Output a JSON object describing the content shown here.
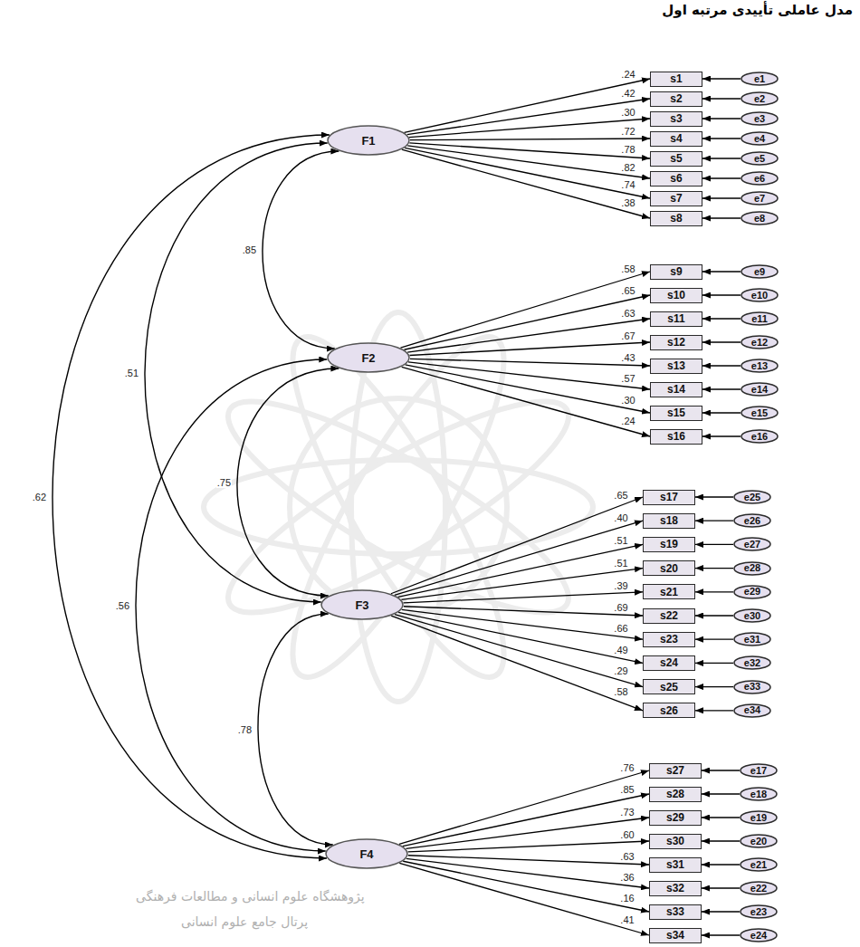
{
  "diagram": {
    "title": "مدل عاملی تأییدی مرتبه اول",
    "nodes": [
      {
        "text": [
          "F1"
        ]
      },
      {
        "text": [
          "F2"
        ]
      },
      {
        "text": [
          "F3"
        ]
      },
      {
        "text": [
          "F4"
        ]
      },
      {
        "text": [
          "s1"
        ]
      },
      {
        "text": [
          "s2"
        ]
      },
      {
        "text": [
          "s3"
        ]
      },
      {
        "text": [
          "s4"
        ]
      },
      {
        "text": [
          "s5"
        ]
      },
      {
        "text": [
          "s6"
        ]
      },
      {
        "text": [
          "s7"
        ]
      },
      {
        "text": [
          "s8"
        ]
      },
      {
        "text": [
          "s9"
        ]
      },
      {
        "text": [
          "s10"
        ]
      },
      {
        "text": [
          "s11"
        ]
      },
      {
        "text": [
          "s12"
        ]
      },
      {
        "text": [
          "s13"
        ]
      },
      {
        "text": [
          "s14"
        ]
      },
      {
        "text": [
          "s15"
        ]
      },
      {
        "text": [
          "s16"
        ]
      },
      {
        "text": [
          "s17"
        ]
      },
      {
        "text": [
          "s18"
        ]
      },
      {
        "text": [
          "s19"
        ]
      },
      {
        "text": [
          "s20"
        ]
      },
      {
        "text": [
          "s21"
        ]
      },
      {
        "text": [
          "s22"
        ]
      },
      {
        "text": [
          "s23"
        ]
      },
      {
        "text": [
          "s24"
        ]
      },
      {
        "text": [
          "s25"
        ]
      },
      {
        "text": [
          "s26"
        ]
      },
      {
        "text": [
          "s27"
        ]
      },
      {
        "text": [
          "s28"
        ]
      },
      {
        "text": [
          "s29"
        ]
      },
      {
        "text": [
          "s30"
        ]
      },
      {
        "text": [
          "s31"
        ]
      },
      {
        "text": [
          "s32"
        ]
      },
      {
        "text": [
          "s33"
        ]
      },
      {
        "text": [
          "s34"
        ]
      },
      {
        "text": [
          "e1"
        ]
      },
      {
        "text": [
          "e2"
        ]
      },
      {
        "text": [
          "e3"
        ]
      },
      {
        "text": [
          "e4"
        ]
      },
      {
        "text": [
          "e5"
        ]
      },
      {
        "text": [
          "e6"
        ]
      },
      {
        "text": [
          "e7"
        ]
      },
      {
        "text": [
          "e8"
        ]
      },
      {
        "text": [
          "e9"
        ]
      },
      {
        "text": [
          "e10"
        ]
      },
      {
        "text": [
          "e11"
        ]
      },
      {
        "text": [
          "e12"
        ]
      },
      {
        "text": [
          "e13"
        ]
      },
      {
        "text": [
          "e14"
        ]
      },
      {
        "text": [
          "e15"
        ]
      },
      {
        "text": [
          "e16"
        ]
      },
      {
        "text": [
          "e25"
        ]
      },
      {
        "text": [
          "e26"
        ]
      },
      {
        "text": [
          "e27"
        ]
      },
      {
        "text": [
          "e28"
        ]
      },
      {
        "text": [
          "e29"
        ]
      },
      {
        "text": [
          "e30"
        ]
      },
      {
        "text": [
          "e31"
        ]
      },
      {
        "text": [
          "e32"
        ]
      },
      {
        "text": [
          "e33"
        ]
      },
      {
        "text": [
          "e34"
        ]
      },
      {
        "text": [
          "e17"
        ]
      },
      {
        "text": [
          "e18"
        ]
      },
      {
        "text": [
          "e19"
        ]
      },
      {
        "text": [
          "e20"
        ]
      },
      {
        "text": [
          "e21"
        ]
      },
      {
        "text": [
          "e22"
        ]
      },
      {
        "text": [
          "e23"
        ]
      },
      {
        "text": [
          "e24"
        ]
      }
    ],
    "edges": [
      {
        "from": 0,
        "to": 1,
        "arrow": "both",
        "label": ".85"
      },
      {
        "from": 0,
        "to": 2,
        "arrow": "both",
        "label": ".51"
      },
      {
        "from": 0,
        "to": 3,
        "arrow": "both",
        "label": ".62"
      },
      {
        "from": 1,
        "to": 2,
        "arrow": "both",
        "label": ".75"
      },
      {
        "from": 1,
        "to": 3,
        "arrow": "both",
        "label": ".56"
      },
      {
        "from": 2,
        "to": 3,
        "arrow": "both",
        "label": ".78"
      },
      {
        "from": 0,
        "to": 4,
        "arrow": "to",
        "label": ".24"
      },
      {
        "from": 0,
        "to": 5,
        "arrow": "to",
        "label": ".42"
      },
      {
        "from": 0,
        "to": 6,
        "arrow": "to",
        "label": ".30"
      },
      {
        "from": 0,
        "to": 7,
        "arrow": "to",
        "label": ".72"
      },
      {
        "from": 0,
        "to": 8,
        "arrow": "to",
        "label": ".78"
      },
      {
        "from": 0,
        "to": 9,
        "arrow": "to",
        "label": ".82"
      },
      {
        "from": 0,
        "to": 10,
        "arrow": "to",
        "label": ".74"
      },
      {
        "from": 0,
        "to": 11,
        "arrow": "to",
        "label": ".38"
      },
      {
        "from": 1,
        "to": 12,
        "arrow": "to",
        "label": ".58"
      },
      {
        "from": 1,
        "to": 13,
        "arrow": "to",
        "label": ".65"
      },
      {
        "from": 1,
        "to": 14,
        "arrow": "to",
        "label": ".63"
      },
      {
        "from": 1,
        "to": 15,
        "arrow": "to",
        "label": ".67"
      },
      {
        "from": 1,
        "to": 16,
        "arrow": "to",
        "label": ".43"
      },
      {
        "from": 1,
        "to": 17,
        "arrow": "to",
        "label": ".57"
      },
      {
        "from": 1,
        "to": 18,
        "arrow": "to",
        "label": ".30"
      },
      {
        "from": 1,
        "to": 19,
        "arrow": "to",
        "label": ".24"
      },
      {
        "from": 2,
        "to": 20,
        "arrow": "to",
        "label": ".65"
      },
      {
        "from": 2,
        "to": 21,
        "arrow": "to",
        "label": ".40"
      },
      {
        "from": 2,
        "to": 22,
        "arrow": "to",
        "label": ".51"
      },
      {
        "from": 2,
        "to": 23,
        "arrow": "to",
        "label": ".51"
      },
      {
        "from": 2,
        "to": 24,
        "arrow": "to",
        "label": ".39"
      },
      {
        "from": 2,
        "to": 25,
        "arrow": "to",
        "label": ".69"
      },
      {
        "from": 2,
        "to": 26,
        "arrow": "to",
        "label": ".66"
      },
      {
        "from": 2,
        "to": 27,
        "arrow": "to",
        "label": ".49"
      },
      {
        "from": 2,
        "to": 28,
        "arrow": "to",
        "label": ".29"
      },
      {
        "from": 2,
        "to": 29,
        "arrow": "to",
        "label": ".58"
      },
      {
        "from": 3,
        "to": 30,
        "arrow": "to",
        "label": ".76"
      },
      {
        "from": 3,
        "to": 31,
        "arrow": "to",
        "label": ".85"
      },
      {
        "from": 3,
        "to": 32,
        "arrow": "to",
        "label": ".73"
      },
      {
        "from": 3,
        "to": 33,
        "arrow": "to",
        "label": ".60"
      },
      {
        "from": 3,
        "to": 34,
        "arrow": "to",
        "label": ".63"
      },
      {
        "from": 3,
        "to": 35,
        "arrow": "to",
        "label": ".36"
      },
      {
        "from": 3,
        "to": 36,
        "arrow": "to",
        "label": ".16"
      },
      {
        "from": 3,
        "to": 37,
        "arrow": "to",
        "label": ".41"
      },
      {
        "from": 38,
        "to": 4,
        "arrow": "to"
      },
      {
        "from": 39,
        "to": 5,
        "arrow": "to"
      },
      {
        "from": 40,
        "to": 6,
        "arrow": "to"
      },
      {
        "from": 41,
        "to": 7,
        "arrow": "to"
      },
      {
        "from": 42,
        "to": 8,
        "arrow": "to"
      },
      {
        "from": 43,
        "to": 9,
        "arrow": "to"
      },
      {
        "from": 44,
        "to": 10,
        "arrow": "to"
      },
      {
        "from": 45,
        "to": 11,
        "arrow": "to"
      },
      {
        "from": 46,
        "to": 12,
        "arrow": "to"
      },
      {
        "from": 47,
        "to": 13,
        "arrow": "to"
      },
      {
        "from": 48,
        "to": 14,
        "arrow": "to"
      },
      {
        "from": 49,
        "to": 15,
        "arrow": "to"
      },
      {
        "from": 50,
        "to": 16,
        "arrow": "to"
      },
      {
        "from": 51,
        "to": 17,
        "arrow": "to"
      },
      {
        "from": 52,
        "to": 18,
        "arrow": "to"
      },
      {
        "from": 53,
        "to": 19,
        "arrow": "to"
      },
      {
        "from": 54,
        "to": 20,
        "arrow": "to"
      },
      {
        "from": 55,
        "to": 21,
        "arrow": "to"
      },
      {
        "from": 56,
        "to": 22,
        "arrow": "to"
      },
      {
        "from": 57,
        "to": 23,
        "arrow": "to"
      },
      {
        "from": 58,
        "to": 24,
        "arrow": "to"
      },
      {
        "from": 59,
        "to": 25,
        "arrow": "to"
      },
      {
        "from": 60,
        "to": 26,
        "arrow": "to"
      },
      {
        "from": 61,
        "to": 27,
        "arrow": "to"
      },
      {
        "from": 62,
        "to": 28,
        "arrow": "to"
      },
      {
        "from": 63,
        "to": 29,
        "arrow": "to"
      },
      {
        "from": 64,
        "to": 30,
        "arrow": "to"
      },
      {
        "from": 65,
        "to": 31,
        "arrow": "to"
      },
      {
        "from": 66,
        "to": 32,
        "arrow": "to"
      },
      {
        "from": 67,
        "to": 33,
        "arrow": "to"
      },
      {
        "from": 68,
        "to": 34,
        "arrow": "to"
      },
      {
        "from": 69,
        "to": 35,
        "arrow": "to"
      },
      {
        "from": 70,
        "to": 36,
        "arrow": "to"
      },
      {
        "from": 71,
        "to": 37,
        "arrow": "to"
      }
    ],
    "labels": [
      "پژوهشگاه علوم انسانی و مطالعات فرهنگی",
      "پرتال جامع علوم انسانی"
    ]
  }
}
